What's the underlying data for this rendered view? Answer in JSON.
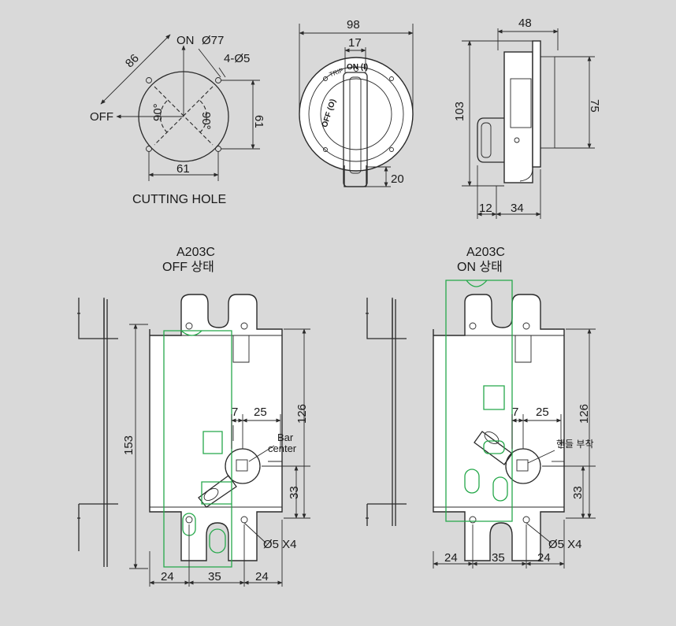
{
  "cutting_hole": {
    "title": "CUTTING HOLE",
    "on_label": "ON",
    "off_label": "OFF",
    "dim_86": "86",
    "dim_77": "Ø77",
    "dim_holes": "4-Ø5",
    "dim_61_v": "61",
    "dim_61_h": "61",
    "angle_a": "90°",
    "angle_b": "90°"
  },
  "front_view": {
    "dim_98": "98",
    "dim_17": "17",
    "dim_20": "20",
    "trip_label": "TRIP",
    "on_label": "ON (I)",
    "off_label": "OFF (O)"
  },
  "side_view": {
    "dim_48": "48",
    "dim_75": "75",
    "dim_103": "103",
    "dim_12": "12",
    "dim_34": "34"
  },
  "off_view": {
    "title_line1": "A203C",
    "title_line2": "OFF 상태",
    "dim_153": "153",
    "dim_126": "126",
    "dim_7": "7",
    "dim_25": "25",
    "dim_33": "33",
    "bar_center_line1": "Bar",
    "bar_center_line2": "center",
    "holes": "Ø5 X4",
    "dim_24_left": "24",
    "dim_35": "35",
    "dim_24_right": "24"
  },
  "on_view": {
    "title_line1": "A203C",
    "title_line2": "ON 상태",
    "dim_126": "126",
    "dim_7": "7",
    "dim_25": "25",
    "dim_33": "33",
    "handle_label": "핸들 부착",
    "holes": "Ø5 X4",
    "dim_24_left": "24",
    "dim_35": "35",
    "dim_24_right": "24"
  }
}
